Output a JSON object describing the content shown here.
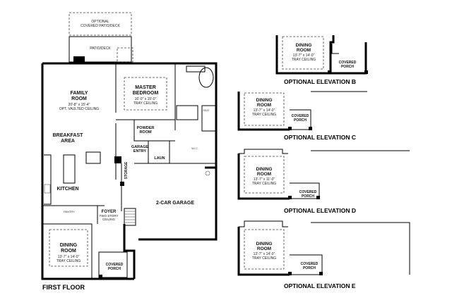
{
  "captions": {
    "first_floor": "FIRST FLOOR",
    "elev_b": "OPTIONAL ELEVATION B",
    "elev_c": "OPTIONAL ELEVATION C",
    "elev_d": "OPTIONAL ELEVATION D",
    "elev_e": "OPTIONAL ELEVATION E"
  },
  "rooms": {
    "optional_patio": [
      "OPTIONAL",
      "COVERED PATIO/DECK"
    ],
    "patio_deck": "PATIO/DECK",
    "family_room": [
      "FAMILY",
      "ROOM"
    ],
    "family_room_dims": [
      "20'-8\" x 15'-4\"",
      "OPT. VAULTED CEILING"
    ],
    "master_bedroom": [
      "MASTER",
      "BEDROOM"
    ],
    "master_dims": [
      "16'-0\" x 15'-0\"",
      "TRAY CEILING"
    ],
    "breakfast_area": [
      "BREAKFAST",
      "AREA"
    ],
    "powder_room": [
      "POWDER",
      "ROOM"
    ],
    "garage_entry": [
      "GARAGE",
      "ENTRY"
    ],
    "laun": "LAUN",
    "storage": "STORAGE",
    "kitchen": "KITCHEN",
    "two_car_garage": "2-CAR GARAGE",
    "foyer": "FOYER",
    "foyer_sub": [
      "TWO STORY",
      "CEILING"
    ],
    "dining_room": [
      "DINING",
      "ROOM"
    ],
    "dining_dims": [
      "13'-7\" x 14'-0\"",
      "TRAY CEILING"
    ],
    "covered_porch": [
      "COVERED",
      "PORCH"
    ],
    "pantry": "PANTRY",
    "wic": "W.I.C.",
    "seat": "SEAT"
  },
  "elevations": {
    "b": {
      "room": [
        "DINING",
        "ROOM"
      ],
      "dims": [
        "13'-7\" x 14'-0\"",
        "TRAY CEILING"
      ],
      "porch": [
        "COVERED",
        "PORCH"
      ]
    },
    "c": {
      "room": [
        "DINING",
        "ROOM"
      ],
      "dims": [
        "13'-7\" x 14'-0\"",
        "TRAY CEILING"
      ],
      "porch": [
        "COVERED",
        "PORCH"
      ]
    },
    "d": {
      "room": [
        "DINING",
        "ROOM"
      ],
      "dims": [
        "13'-7\" x 11'-0\"",
        "TRAY CEILING"
      ],
      "porch": [
        "COVERED",
        "PORCH"
      ]
    },
    "e": {
      "room": [
        "DINING",
        "ROOM"
      ],
      "dims": [
        "13'-7\" x 14'-0\"",
        "TRAY CEILING"
      ],
      "porch": [
        "COVERED",
        "PORCH"
      ]
    }
  }
}
